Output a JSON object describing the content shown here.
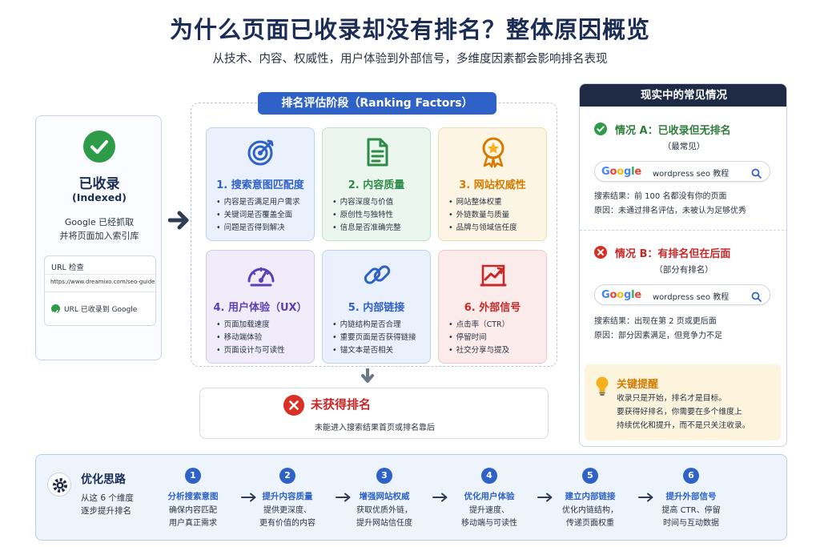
{
  "header": {
    "title": "为什么页面已收录却没有排名？整体原因概览",
    "subtitle": "从技术、内容、权威性，用户体验到外部信号，多维度因素都会影响排名表现"
  },
  "indexed": {
    "title": "已收录",
    "subtitle": "(Indexed)",
    "desc_line1": "Google 已经抓取",
    "desc_line2": "并将页面加入索引库",
    "url_inspect": {
      "title": "URL 检查",
      "url": "https://www.dreamixo.com/seo-guide",
      "status": "URL 已收录到 Google"
    }
  },
  "stage": {
    "label": "排名评估阶段（Ranking Factors）",
    "factors": [
      {
        "title": "1. 搜索意图匹配度",
        "icon": "target-icon",
        "items": [
          "内容是否满足用户需求",
          "关键词是否覆盖全面",
          "问题是否得到解决"
        ],
        "color": "#2e62c8",
        "bg": "#eaf1fc",
        "border": "#bcd0f0"
      },
      {
        "title": "2. 内容质量",
        "icon": "document-icon",
        "items": [
          "内容深度与价值",
          "原创性与独特性",
          "信息是否准确完整"
        ],
        "color": "#2e8b47",
        "bg": "#ebf6ee",
        "border": "#bfe0c8"
      },
      {
        "title": "3. 网站权威性",
        "icon": "award-icon",
        "items": [
          "网站整体权重",
          "外链数量与质量",
          "品牌与领域信任度"
        ],
        "color": "#d47b00",
        "bg": "#fdf5e4",
        "border": "#f1dcae"
      },
      {
        "title": "4. 用户体验（UX）",
        "icon": "speedometer-icon",
        "items": [
          "页面加载速度",
          "移动端体验",
          "页面设计与可读性"
        ],
        "color": "#5b3fb8",
        "bg": "#f0ecfa",
        "border": "#d3c8ef"
      },
      {
        "title": "5. 内部链接",
        "icon": "link-icon",
        "items": [
          "内链结构是否合理",
          "重要页面是否获得链接",
          "锚文本是否相关"
        ],
        "color": "#2e62c8",
        "bg": "#eaf1fc",
        "border": "#bcd0f0"
      },
      {
        "title": "6. 外部信号",
        "icon": "trend-chart-icon",
        "items": [
          "点击率（CTR）",
          "停留时间",
          "社交分享与提及"
        ],
        "color": "#c62828",
        "bg": "#fcebeb",
        "border": "#f0c6c6"
      }
    ]
  },
  "no_ranking": {
    "title": "未获得排名",
    "subtitle": "未能进入搜索结果首页或排名靠后"
  },
  "reality": {
    "header": "现实中的常见情况",
    "case_a": {
      "title": "情况 A：已收录但无排名",
      "subtitle": "（最常见）",
      "search_query": "wordpress seo 教程",
      "line1": "搜索结果：前 100 名都没有你的页面",
      "line2": "原因：未通过排名评估，未被认为足够优秀"
    },
    "case_b": {
      "title": "情况 B：有排名但在后面",
      "subtitle": "（部分有排名）",
      "search_query": "wordpress seo 教程",
      "line1": "搜索结果：出现在第 2 页或更后面",
      "line2": "原因：部分因素满足，但竞争力不足"
    },
    "tip": {
      "title": "关键提醒",
      "line1": "收录只是开始，排名才是目标。",
      "line2": "要获得好排名，你需要在多个维度上",
      "line3": "持续优化和提升，而不是只关注收录。"
    },
    "google_label": "Google"
  },
  "optimization": {
    "title": "优化思路",
    "sub_line1": "从这 6 个维度",
    "sub_line2": "逐步提升排名",
    "steps": [
      {
        "num": "1",
        "title": "分析搜索意图",
        "desc1": "确保内容匹配",
        "desc2": "用户真正需求"
      },
      {
        "num": "2",
        "title": "提升内容质量",
        "desc1": "提供更深度、",
        "desc2": "更有价值的内容"
      },
      {
        "num": "3",
        "title": "增强网站权威",
        "desc1": "获取优质外链，",
        "desc2": "提升网站信任度"
      },
      {
        "num": "4",
        "title": "优化用户体验",
        "desc1": "提升速度、",
        "desc2": "移动端与可读性"
      },
      {
        "num": "5",
        "title": "建立内部链接",
        "desc1": "优化内链结构，",
        "desc2": "传递页面权重"
      },
      {
        "num": "6",
        "title": "提升外部信号",
        "desc1": "提高 CTR、停留",
        "desc2": "时间与互动数据"
      }
    ]
  }
}
